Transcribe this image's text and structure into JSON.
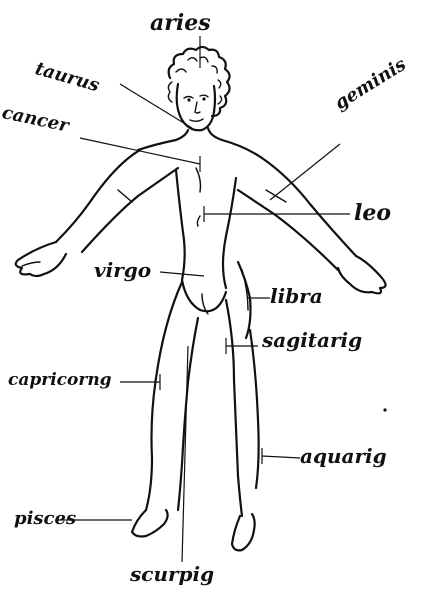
{
  "labels": {
    "aries": "aries",
    "taurus": "taurus",
    "cancer": "cancer",
    "geminis": "geminis",
    "leo": "leo",
    "virgo": "virgo",
    "libra": "libra",
    "sagitarius": "sagitarig",
    "capricornus": "capricorng",
    "aquarius": "aquarig",
    "pisces": "pisces",
    "scorpius": "scurpig"
  },
  "colors": {
    "ink": "#111111",
    "paper": "#ffffff"
  }
}
